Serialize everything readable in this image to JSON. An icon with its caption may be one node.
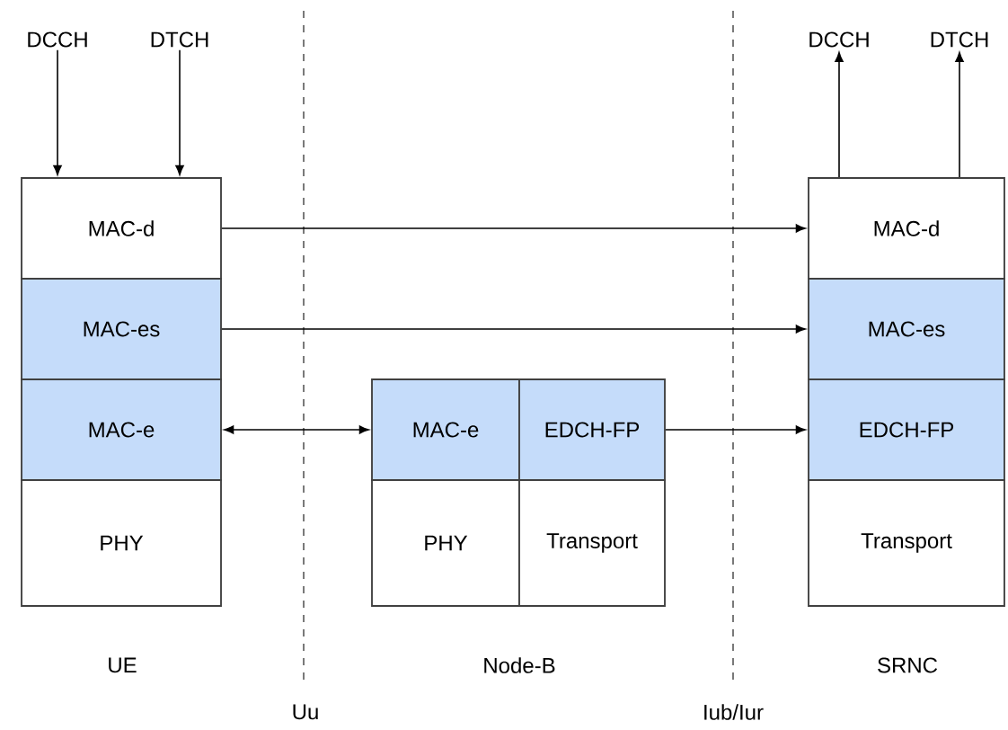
{
  "diagram": {
    "nodes": [
      {
        "text": [
          "DCCH"
        ]
      },
      {
        "text": [
          "DTCH"
        ]
      },
      {
        "text": [
          "MAC-d"
        ]
      },
      {
        "text": [
          "MAC-es"
        ]
      },
      {
        "text": [
          "MAC-e"
        ]
      },
      {
        "text": [
          "PHY"
        ]
      },
      {
        "text": [
          "MAC-e"
        ]
      },
      {
        "text": [
          "EDCH-FP"
        ]
      },
      {
        "text": [
          "PHY"
        ]
      },
      {
        "text": [
          "Transport"
        ]
      },
      {
        "text": [
          "MAC-d"
        ]
      },
      {
        "text": [
          "MAC-es"
        ]
      },
      {
        "text": [
          "EDCH-FP"
        ]
      },
      {
        "text": [
          "Transport"
        ]
      },
      {
        "text": [
          "DCCH"
        ]
      },
      {
        "text": [
          "DTCH"
        ]
      }
    ],
    "edges": [
      {
        "from": 0,
        "to": 2,
        "arrow": "to"
      },
      {
        "from": 1,
        "to": 2,
        "arrow": "to"
      },
      {
        "from": 2,
        "to": 10,
        "arrow": "to"
      },
      {
        "from": 3,
        "to": 11,
        "arrow": "to"
      },
      {
        "from": 4,
        "to": 6,
        "arrow": "both"
      },
      {
        "from": 7,
        "to": 12,
        "arrow": "to"
      },
      {
        "from": 10,
        "to": 14,
        "arrow": "to"
      },
      {
        "from": 10,
        "to": 15,
        "arrow": "to"
      }
    ],
    "labels": [
      "UE",
      "Node-B",
      "SRNC",
      "Uu",
      "Iub/Iur"
    ]
  }
}
